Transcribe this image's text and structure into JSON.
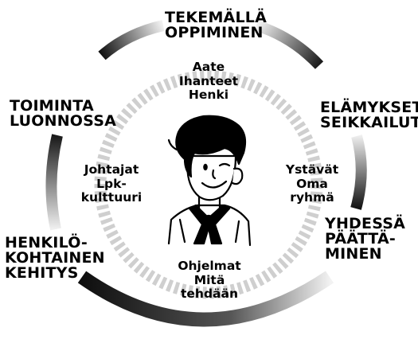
{
  "outer_labels": {
    "top": [
      "TEKEMÄLLÄ",
      "OPPIMINEN"
    ],
    "right_upper": [
      "ELÄMYKSET",
      "SEIKKAILUT"
    ],
    "right_lower": [
      "YHDESSÄ",
      "PÄÄTTÄ-",
      "MINEN"
    ],
    "left_lower": [
      "HENKILÖ-",
      "KOHTAINEN",
      "KEHITYS"
    ],
    "left_upper": [
      "TOIMINTA",
      "LUONNOSSA"
    ]
  },
  "inner_labels": {
    "top": [
      "Aate",
      "Ihanteet",
      "Henki"
    ],
    "right": [
      "Ystävät",
      "Oma",
      "ryhmä"
    ],
    "bottom": [
      "Ohjelmat",
      "Mitä",
      "tehdään"
    ],
    "left": [
      "Johtajat",
      "Lpk-",
      "kulttuuri"
    ]
  },
  "colors": {
    "arc_dark": "#111111",
    "arc_light": "#f2f2f2",
    "dotted_ring": "#cfcfcf",
    "ink": "#000000"
  },
  "icons": [
    "scout-boy-illustration"
  ]
}
